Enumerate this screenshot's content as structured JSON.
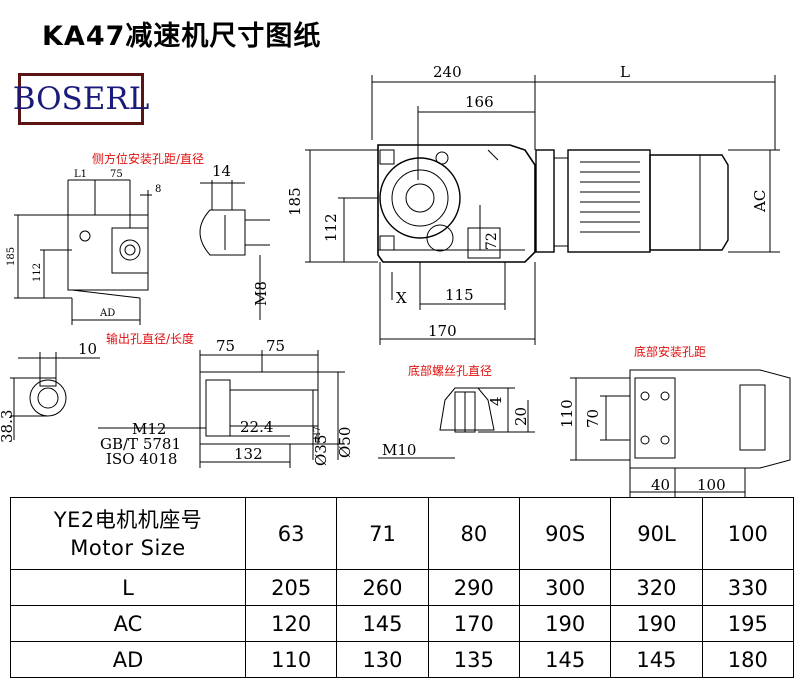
{
  "title": "KA47减速机尺寸图纸",
  "logo": "BOSERL",
  "labels": {
    "side_hole": "侧方位安装孔距/直径",
    "output_hole": "输出孔直径/长度",
    "bottom_thread": "底部螺丝孔直径",
    "bottom_mount": "底部安装孔距"
  },
  "dims": {
    "d240": "240",
    "dL": "L",
    "d166": "166",
    "d185": "185",
    "d112": "112",
    "d72": "72",
    "dAC": "AC",
    "dX": "X",
    "d115": "115",
    "d170": "170",
    "s_L1": "L1",
    "s_75": "75",
    "s_8": "8",
    "s_185": "185",
    "s_112": "112",
    "s_AD": "AD",
    "p_14": "14",
    "p_M8": "M8",
    "k_10": "10",
    "k_383": "38.3",
    "o_75a": "75",
    "o_75b": "75",
    "o_M12": "M12",
    "o_gb": "GB/T 5781",
    "o_iso": "ISO 4018",
    "o_224": "22.4",
    "o_132": "132",
    "o_d35": "Ø35",
    "o_d35tol": "H7",
    "o_d50": "Ø50",
    "t_4": "4",
    "t_20": "20",
    "t_M10": "M10",
    "b_110": "110",
    "b_70": "70",
    "b_40": "40",
    "b_100": "100"
  },
  "table": {
    "header_line1": "YE2电机机座号",
    "header_line2": "Motor Size",
    "sizes": [
      "63",
      "71",
      "80",
      "90S",
      "90L",
      "100"
    ],
    "rows": [
      {
        "label": "L",
        "values": [
          "205",
          "260",
          "290",
          "300",
          "320",
          "330"
        ]
      },
      {
        "label": "AC",
        "values": [
          "120",
          "145",
          "170",
          "190",
          "190",
          "195"
        ]
      },
      {
        "label": "AD",
        "values": [
          "110",
          "130",
          "135",
          "145",
          "145",
          "180"
        ]
      }
    ]
  }
}
